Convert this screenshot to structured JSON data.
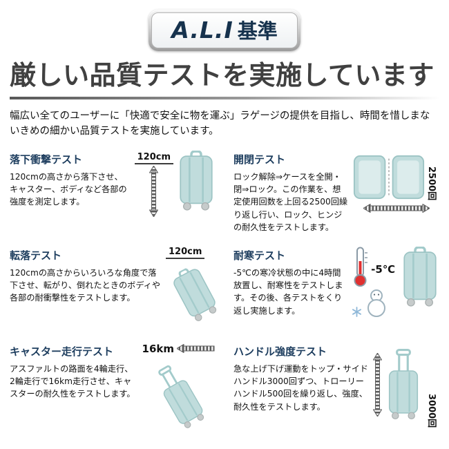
{
  "badge": {
    "brand": "A.L.I",
    "suffix": "基準"
  },
  "heading": "厳しい品質テストを実施しています",
  "intro": "幅広い全てのユーザーに「快適で安全に物を運ぶ」ラゲージの提供を目指し、時間を惜しまないきめの細かい品質テストを実施しています。",
  "tests": [
    {
      "id": "drop",
      "title": "落下衝撃テスト",
      "description": "120cmの高さから落下させ、キャスター、ボディなど各部の強度を測定します。",
      "label": "120cm",
      "icon": "suitcase-upright-icon"
    },
    {
      "id": "open-close",
      "title": "開閉テスト",
      "description": "ロック解除⇒ケースを全開・閉⇒ロック。この作業を、想定使用回数を上回る2500回繰り返し行い、ロック、ヒンジの耐久性をテストします。",
      "label": "2500回",
      "icon": "suitcase-open-icon"
    },
    {
      "id": "tumble",
      "title": "転落テスト",
      "description": "120cmの高さからいろいろな角度で落下させ、転がり、倒れたときのボディや各部の耐衝撃性をテストします。",
      "label": "120cm",
      "icon": "suitcase-tilted-icon"
    },
    {
      "id": "cold",
      "title": "耐寒テスト",
      "description": "-5℃の寒冷状態の中に4時間放置し、耐寒性をテストします。その後、各テストをくり返し実施します。",
      "label": "-5℃",
      "icon": "thermometer-snowman-suitcase-icon"
    },
    {
      "id": "caster",
      "title": "キャスター走行テスト",
      "description": "アスファルトの路面を4輪走行、2輪走行で16km走行させ、キャスターの耐久性をテストします。",
      "label": "16km",
      "icon": "suitcase-rolling-icon"
    },
    {
      "id": "handle",
      "title": "ハンドル強度テスト",
      "description": "急な上げ下げ運動をトップ・サイドハンドル3000回ずつ、トローリーハンドル500回を繰り返し、強度、耐久性をテストします。",
      "label": "3000回",
      "icon": "suitcase-with-handle-icon"
    }
  ],
  "colors": {
    "title_navy": "#1d3d5e",
    "badge_navy": "#16324d",
    "heading_gray": "#404040",
    "suitcase_teal": "#c0dcdc",
    "suitcase_line_teal": "#9cc4c4",
    "thermometer_red": "#e03030",
    "arrow_gray": "#5a5a5a"
  }
}
